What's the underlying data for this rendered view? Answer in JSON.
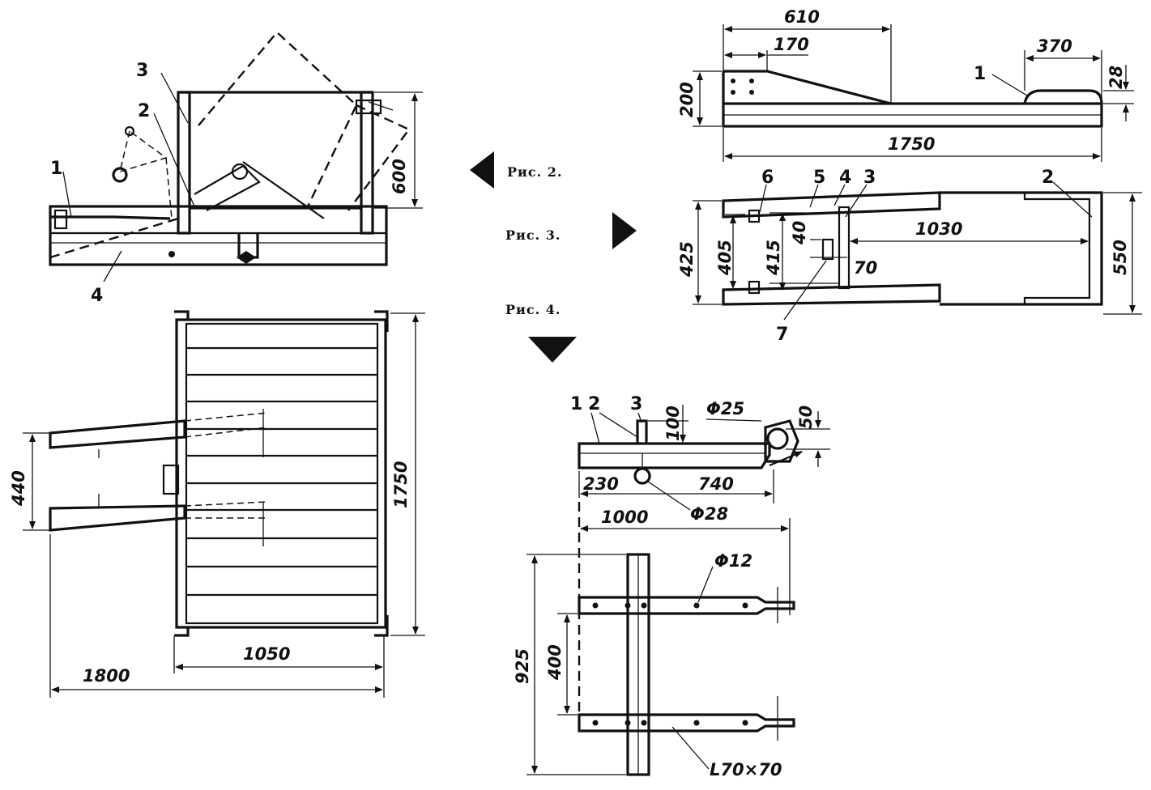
{
  "captions": {
    "fig2": "Рис. 2.",
    "fig3": "Рис. 3.",
    "fig4": "Рис. 4."
  },
  "fig2": {
    "side_labels": {
      "p1": "1",
      "p2": "2",
      "p3": "3",
      "p4": "4"
    },
    "side_dims": {
      "height": "600"
    },
    "plan_dims": {
      "width": "1050",
      "total": "1800",
      "length": "1750",
      "spacing": "440"
    }
  },
  "fig3": {
    "side_labels": {
      "p1": "1"
    },
    "side_dims": {
      "d610": "610",
      "d170": "170",
      "d370": "370",
      "d28": "28",
      "d200": "200",
      "d1750": "1750"
    },
    "plan_labels": {
      "p2": "2",
      "p3": "3",
      "p4": "4",
      "p5": "5",
      "p6": "6",
      "p7": "7"
    },
    "plan_dims": {
      "d1030": "1030",
      "d425": "425",
      "d405": "405",
      "d415": "415",
      "d40": "40",
      "d70": "70",
      "d550": "550"
    }
  },
  "fig4": {
    "labels": {
      "p1": "1",
      "p2": "2",
      "p3": "3"
    },
    "dims": {
      "d100": "100",
      "phi25": "Φ25",
      "d50": "50",
      "d230": "230",
      "d740": "740",
      "phi28": "Φ28",
      "d1000": "1000",
      "phi12": "Φ12",
      "d925": "925",
      "d400": "400",
      "angle": "L70×70"
    }
  }
}
